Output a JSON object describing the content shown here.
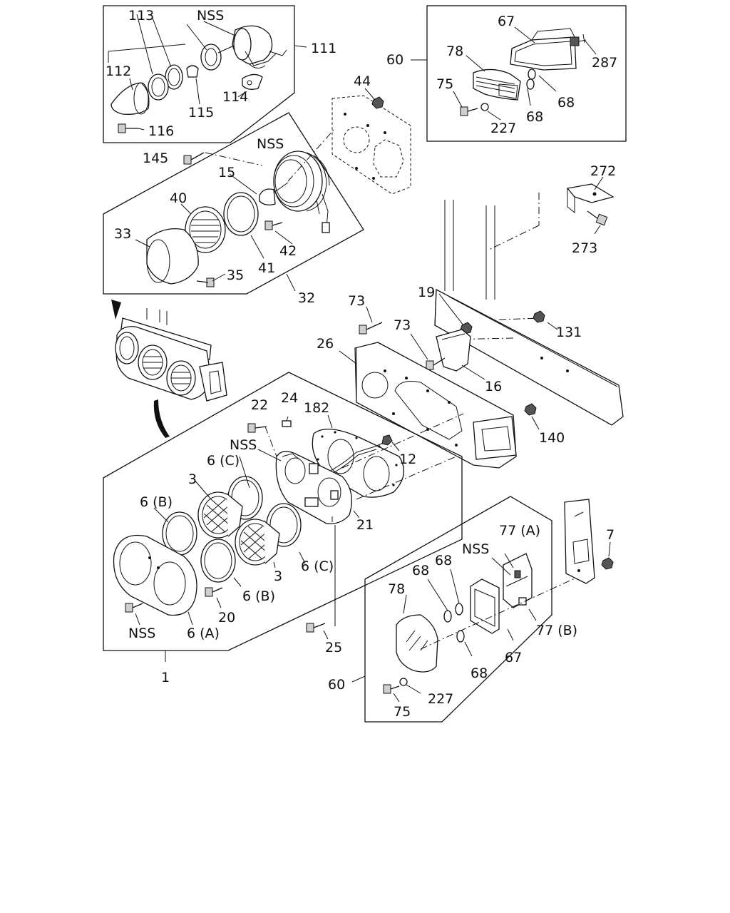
{
  "diagram": {
    "labels": {
      "l113": "113",
      "lNSS_top": "NSS",
      "l111": "111",
      "l112": "112",
      "l114": "114",
      "l115": "115",
      "l116": "116",
      "l67_top": "67",
      "l60_top": "60",
      "l78_top": "78",
      "l287": "287",
      "l75_top": "75",
      "l68_top_a": "68",
      "l68_top_b": "68",
      "l227_top": "227",
      "l44": "44",
      "l145": "145",
      "lNSS_mid": "NSS",
      "l15": "15",
      "l40": "40",
      "l33": "33",
      "l42": "42",
      "l41": "41",
      "l35": "35",
      "l32": "32",
      "l272": "272",
      "l273": "273",
      "l19": "19",
      "l73_a": "73",
      "l73_b": "73",
      "l131": "131",
      "l26": "26",
      "l16": "16",
      "l140": "140",
      "l22": "22",
      "l24": "24",
      "l182": "182",
      "lNSS_lamp": "NSS",
      "l12": "12",
      "l6C_a": "6 (C)",
      "l3_a": "3",
      "l6B_a": "6 (B)",
      "l21": "21",
      "l3_b": "3",
      "l6C_b": "6 (C)",
      "l6B_b": "6 (B)",
      "l20": "20",
      "lNSS_bot": "NSS",
      "l6A": "6 (A)",
      "l25": "25",
      "l1": "1",
      "l7": "7",
      "l77A": "77 (A)",
      "lNSS_br": "NSS",
      "l68_br_a": "68",
      "l68_br_b": "68",
      "l78_br": "78",
      "l77B": "77 (B)",
      "l67_br": "67",
      "l68_br_c": "68",
      "l60_br": "60",
      "l227_br": "227",
      "l75_br": "75"
    }
  }
}
